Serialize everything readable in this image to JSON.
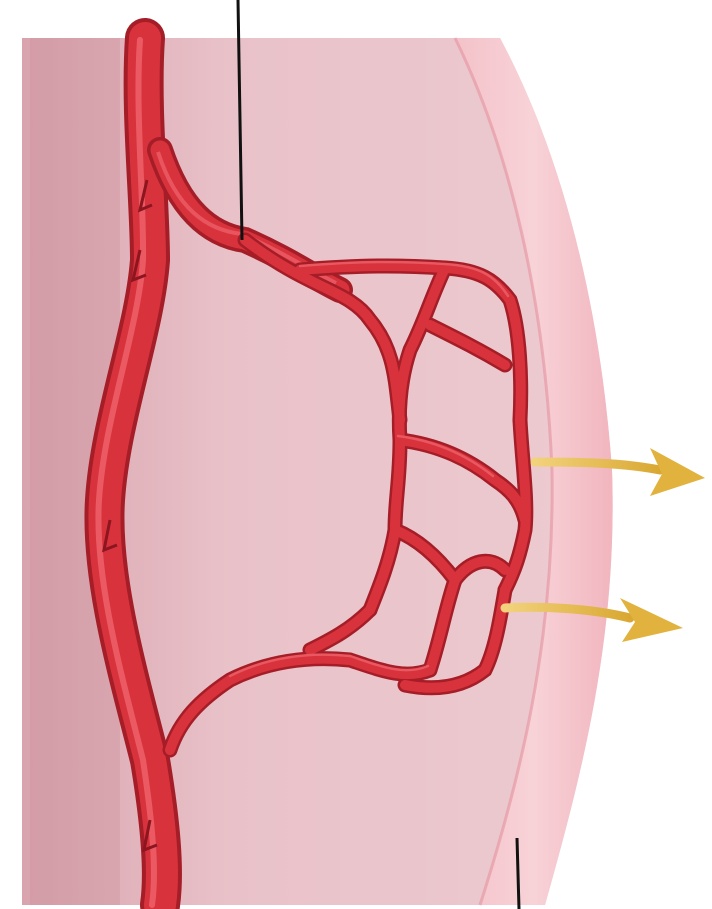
{
  "figure": {
    "caption_fragment": "",
    "colors": {
      "tissue": "#e8bcc4",
      "tissue_shadow": "#d49aa5",
      "wall_outer": "#f2b7c0",
      "wall_band": "#f6c9cf",
      "vessel": "#d8333c",
      "vessel_dark": "#a51d27",
      "vessel_highlight": "#f0646c",
      "arrow": "#e6b84a",
      "leader_line": "#111111",
      "background": "#ffffff"
    },
    "elements": {
      "main_vessel": "artery",
      "branch_vessel": "arteriole",
      "network": "capillary-bed",
      "flow_arrows": [
        "outflow-arrow-upper",
        "outflow-arrow-lower"
      ],
      "leader_lines": [
        "top-leader-line",
        "bottom-leader-line"
      ]
    }
  }
}
